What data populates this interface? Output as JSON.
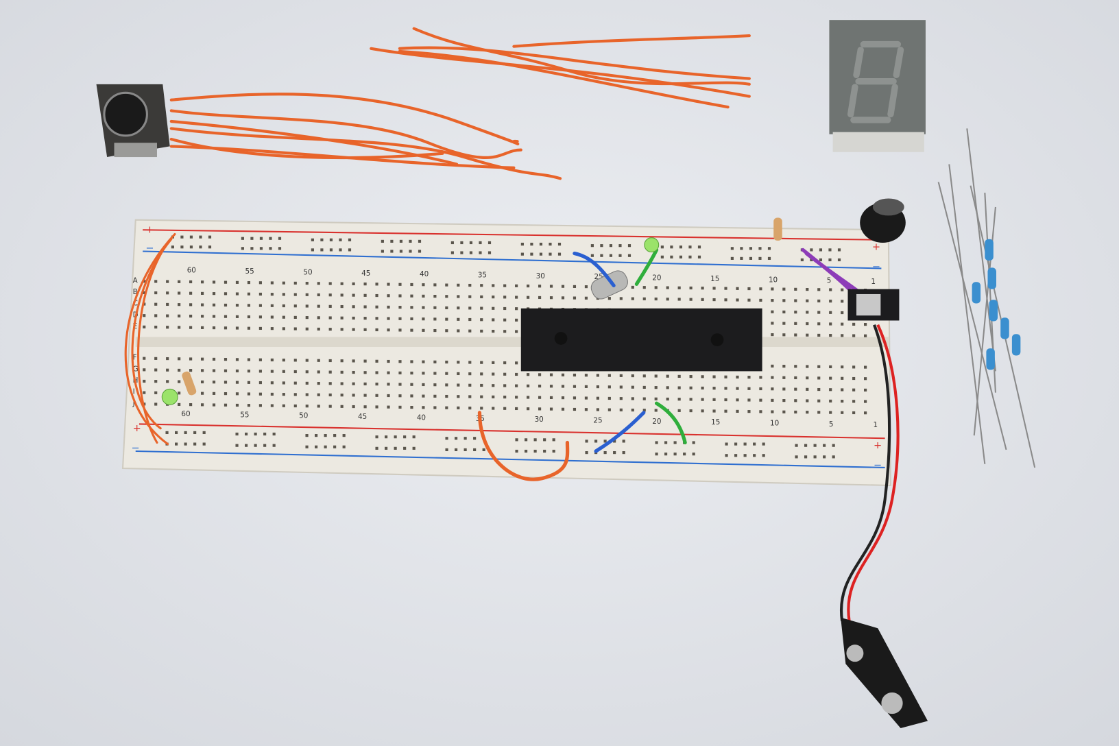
{
  "breadboard": {
    "top_numbers": [
      "60",
      "55",
      "50",
      "45",
      "40",
      "35",
      "30",
      "25",
      "20",
      "15",
      "10",
      "5",
      "1"
    ],
    "bottom_numbers": [
      "60",
      "55",
      "50",
      "45",
      "40",
      "35",
      "30",
      "25",
      "20",
      "15",
      "10",
      "5",
      "1"
    ],
    "top_row_letters": [
      "A",
      "B",
      "C",
      "D",
      "E"
    ],
    "bottom_row_letters": [
      "F",
      "G",
      "H",
      "I",
      "J"
    ],
    "plus": "+",
    "minus": "−"
  },
  "colors": {
    "background": "#e6e8ec",
    "board": "#ece9e1",
    "rail_red": "#d9322e",
    "rail_blue": "#2f6fd0",
    "wire_orange": "#e8642a",
    "chip": "#1c1c1e",
    "display": "#6f7472"
  }
}
